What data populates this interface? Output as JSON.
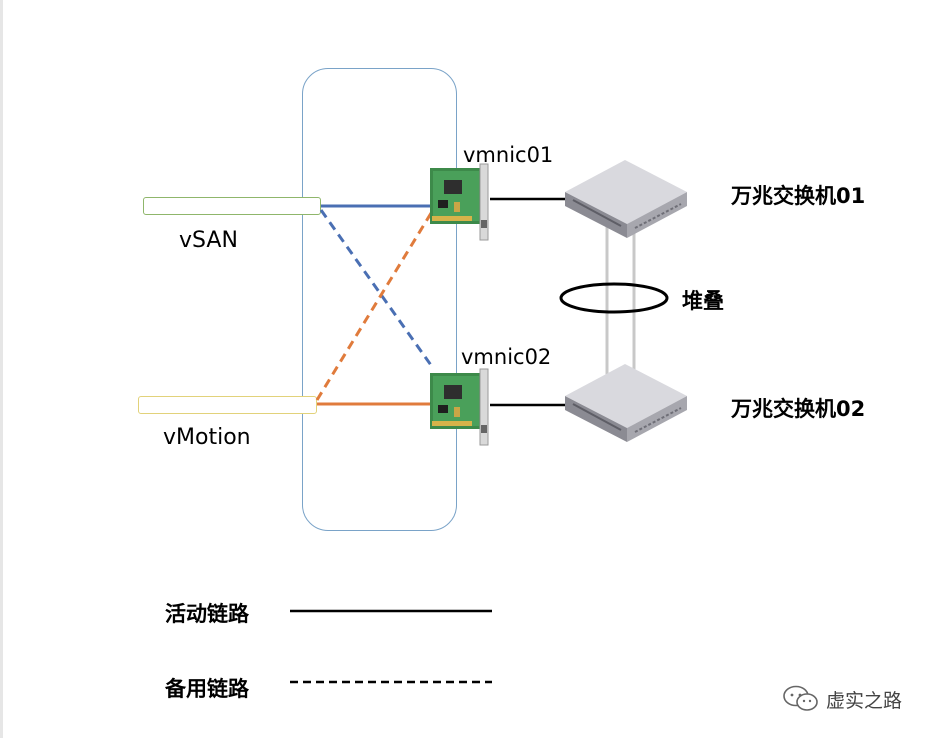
{
  "ports": {
    "vsan_label": "vSAN",
    "vmotion_label": "vMotion"
  },
  "nics": {
    "nic1_label": "vmnic01",
    "nic2_label": "vmnic02"
  },
  "switches": {
    "switch1_label": "万兆交换机01",
    "switch2_label": "万兆交换机02",
    "stack_label": "堆叠"
  },
  "legend": {
    "active_label": "活动链路",
    "standby_label": "备用链路"
  },
  "watermark": {
    "text": "虚实之路"
  },
  "colors": {
    "vsan_link": "#4a6fb3",
    "vmotion_link": "#e07b3c",
    "host_border": "#7aa3c8",
    "vsan_port_border": "#8fb66b",
    "vmotion_port_border": "#e2d27a"
  },
  "icons": [
    "nic-card-icon",
    "switch-icon",
    "wechat-icon"
  ]
}
